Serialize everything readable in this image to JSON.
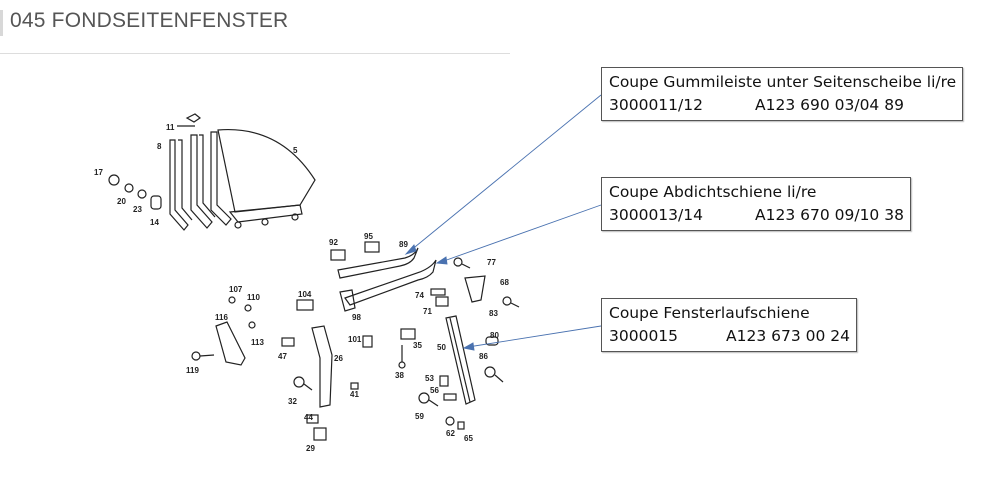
{
  "header": {
    "title": "045 FONDSEITENFENSTER"
  },
  "parts": [
    "11",
    "8",
    "5",
    "17",
    "20",
    "23",
    "14",
    "92",
    "95",
    "89",
    "77",
    "68",
    "107",
    "110",
    "104",
    "74",
    "71",
    "116",
    "83",
    "98",
    "113",
    "101",
    "47",
    "35",
    "50",
    "80",
    "26",
    "86",
    "119",
    "38",
    "53",
    "56",
    "41",
    "32",
    "59",
    "44",
    "62",
    "65",
    "29"
  ],
  "callouts": [
    {
      "name": "Coupe Gummileiste unter Seitenscheibe li/re",
      "article": "3000011/12",
      "oem": "A123 690 03/04 89"
    },
    {
      "name": "Coupe Abdichtschiene li/re",
      "article": "3000013/14",
      "oem": "A123 670 09/10 38"
    },
    {
      "name": "Coupe Fensterlaufschiene",
      "article": "3000015",
      "oem": "A123 673 00 24"
    }
  ],
  "colors": {
    "arrow": "#4a72b0",
    "header_text": "#555555"
  }
}
